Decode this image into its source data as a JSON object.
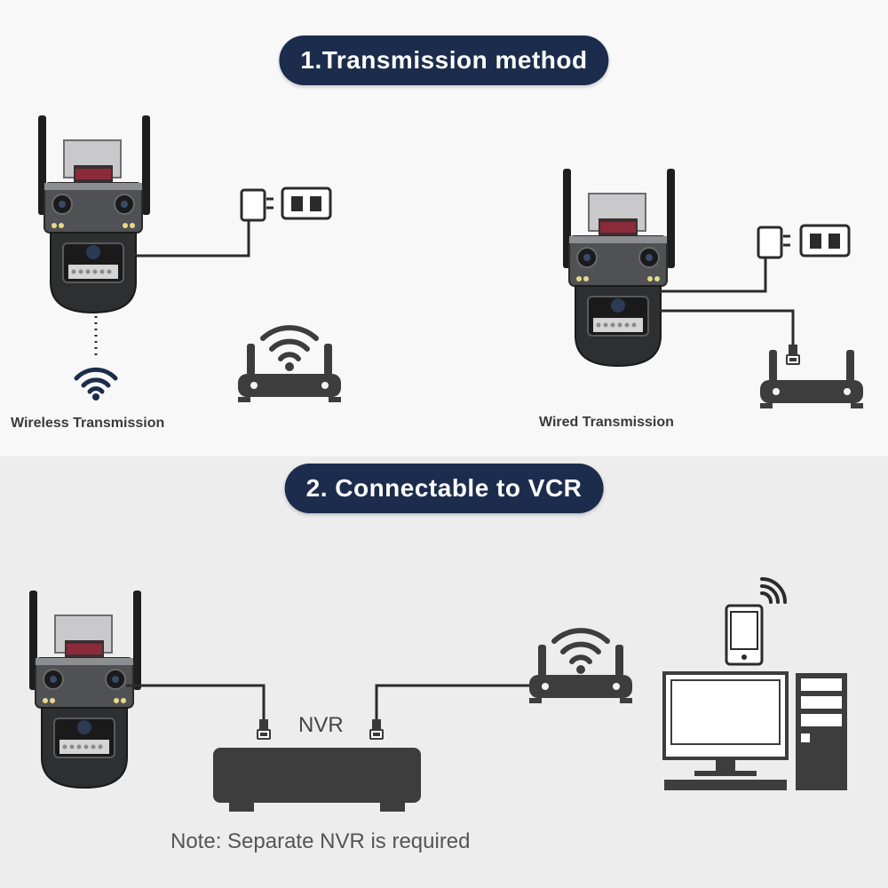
{
  "section1": {
    "title": "1.Transmission method",
    "wireless_label": "Wireless Transmission",
    "wired_label": "Wired Transmission"
  },
  "section2": {
    "title": "2. Connectable to VCR",
    "nvr_label": "NVR",
    "note": "Note: Separate NVR is required"
  },
  "colors": {
    "pill": "#1c2c4c",
    "device": "#3a3a3a",
    "line": "#2b2b2b"
  },
  "icons": [
    "camera-icon",
    "power-adapter-icon",
    "power-socket-icon",
    "wifi-icon",
    "router-icon",
    "ethernet-plug-icon",
    "nvr-icon",
    "smartphone-icon",
    "computer-icon"
  ]
}
